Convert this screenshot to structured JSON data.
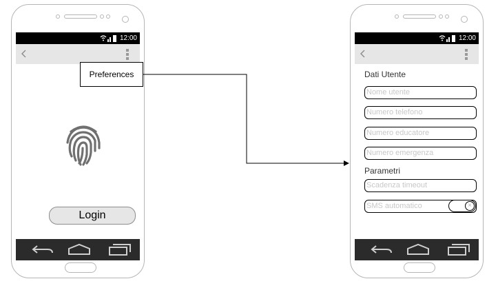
{
  "colors": {
    "statusbar": "#000000",
    "actionbar": "#e6e6e6",
    "navbar": "#2b2b2b",
    "placeholder": "#c8c8c8"
  },
  "status_time": "12:00",
  "login_screen": {
    "menu_callout": "Preferences",
    "fingerprint_icon": "fingerprint-icon",
    "login_label": "Login"
  },
  "preferences_screen": {
    "section_user": "Dati Utente",
    "fields": [
      {
        "placeholder": "Nome utente"
      },
      {
        "placeholder": "Numero telefono"
      },
      {
        "placeholder": "Numero educatore"
      },
      {
        "placeholder": "Numero emergenza"
      }
    ],
    "section_params": "Parametri",
    "timeout_placeholder": "Scadenza timeout",
    "sms_label": "SMS automatico",
    "sms_toggle_glyph": "×"
  }
}
